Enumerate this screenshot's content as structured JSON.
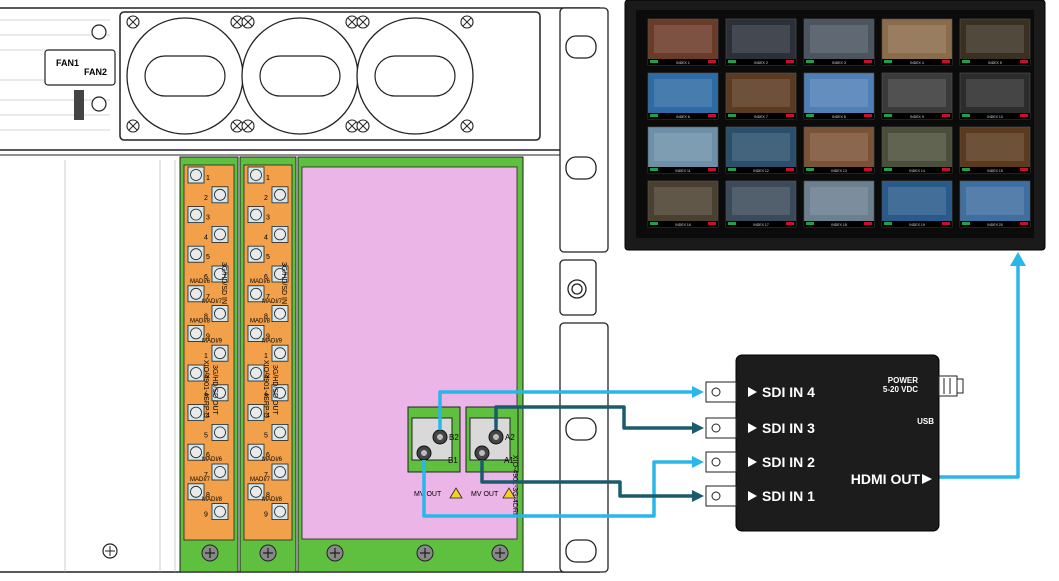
{
  "chassis": {
    "fan_labels": [
      "FAN1",
      "FAN2"
    ]
  },
  "cards": {
    "card1": {
      "port_labels": [
        "1",
        "2",
        "3",
        "4",
        "5",
        "6",
        "7",
        "8",
        "9",
        "1",
        "2",
        "3",
        "4",
        "5",
        "6",
        "7",
        "8",
        "9"
      ],
      "madi_labels": [
        "MADI/6",
        "MADI/7",
        "MADI/8",
        "MADI/9",
        "MADI/6",
        "MADI/7",
        "MADI/8"
      ],
      "section_in": "3G/HD/SD IN",
      "section_out": "3G/HD/SD OUT",
      "model": "XIO-4901-4SRP-D"
    },
    "card2": {
      "port_labels": [
        "1",
        "2",
        "3",
        "4",
        "5",
        "6",
        "7",
        "8",
        "9",
        "1",
        "2",
        "3",
        "4",
        "5",
        "6",
        "7",
        "8",
        "9"
      ],
      "madi_labels": [
        "MADI/6",
        "MADI/7",
        "MADI/8",
        "MADI/9",
        "MADI/6",
        "MADI/7",
        "MADI/8"
      ],
      "section_in": "3G/HD/SD IN",
      "section_out": "3G/HD/SD OUT",
      "model": "XIO-4901-4SRP-D"
    },
    "rear_module": {
      "connector_labels": [
        "B2",
        "B1",
        "A2",
        "A1"
      ],
      "mv_out_label": "MV OUT",
      "model": "XIO-4901-3G-4DRP"
    }
  },
  "device": {
    "inputs": [
      "SDI IN 4",
      "SDI IN 3",
      "SDI IN 2",
      "SDI IN 1"
    ],
    "power_label": "POWER",
    "power_spec": "5-20 VDC",
    "usb_label": "USB",
    "hdmi_label": "HDMI OUT"
  },
  "monitor": {
    "tile_labels": [
      "INDEX 1",
      "INDEX 2",
      "INDEX 3",
      "INDEX 4",
      "INDEX 5",
      "INDEX 6",
      "INDEX 7",
      "INDEX 8",
      "INDEX 9",
      "INDEX 10",
      "INDEX 11",
      "INDEX 12",
      "INDEX 13",
      "INDEX 14",
      "INDEX 15",
      "INDEX 16",
      "INDEX 17",
      "INDEX 18",
      "INDEX 19",
      "INDEX 20"
    ]
  },
  "colors": {
    "cable_light": "#29b6e8",
    "cable_dark": "#1a5c6e",
    "card_orange": "#f3a04a",
    "card_green": "#5fbf3f",
    "module_pink": "#ebb5e8",
    "device_body": "#1c1c1c"
  }
}
